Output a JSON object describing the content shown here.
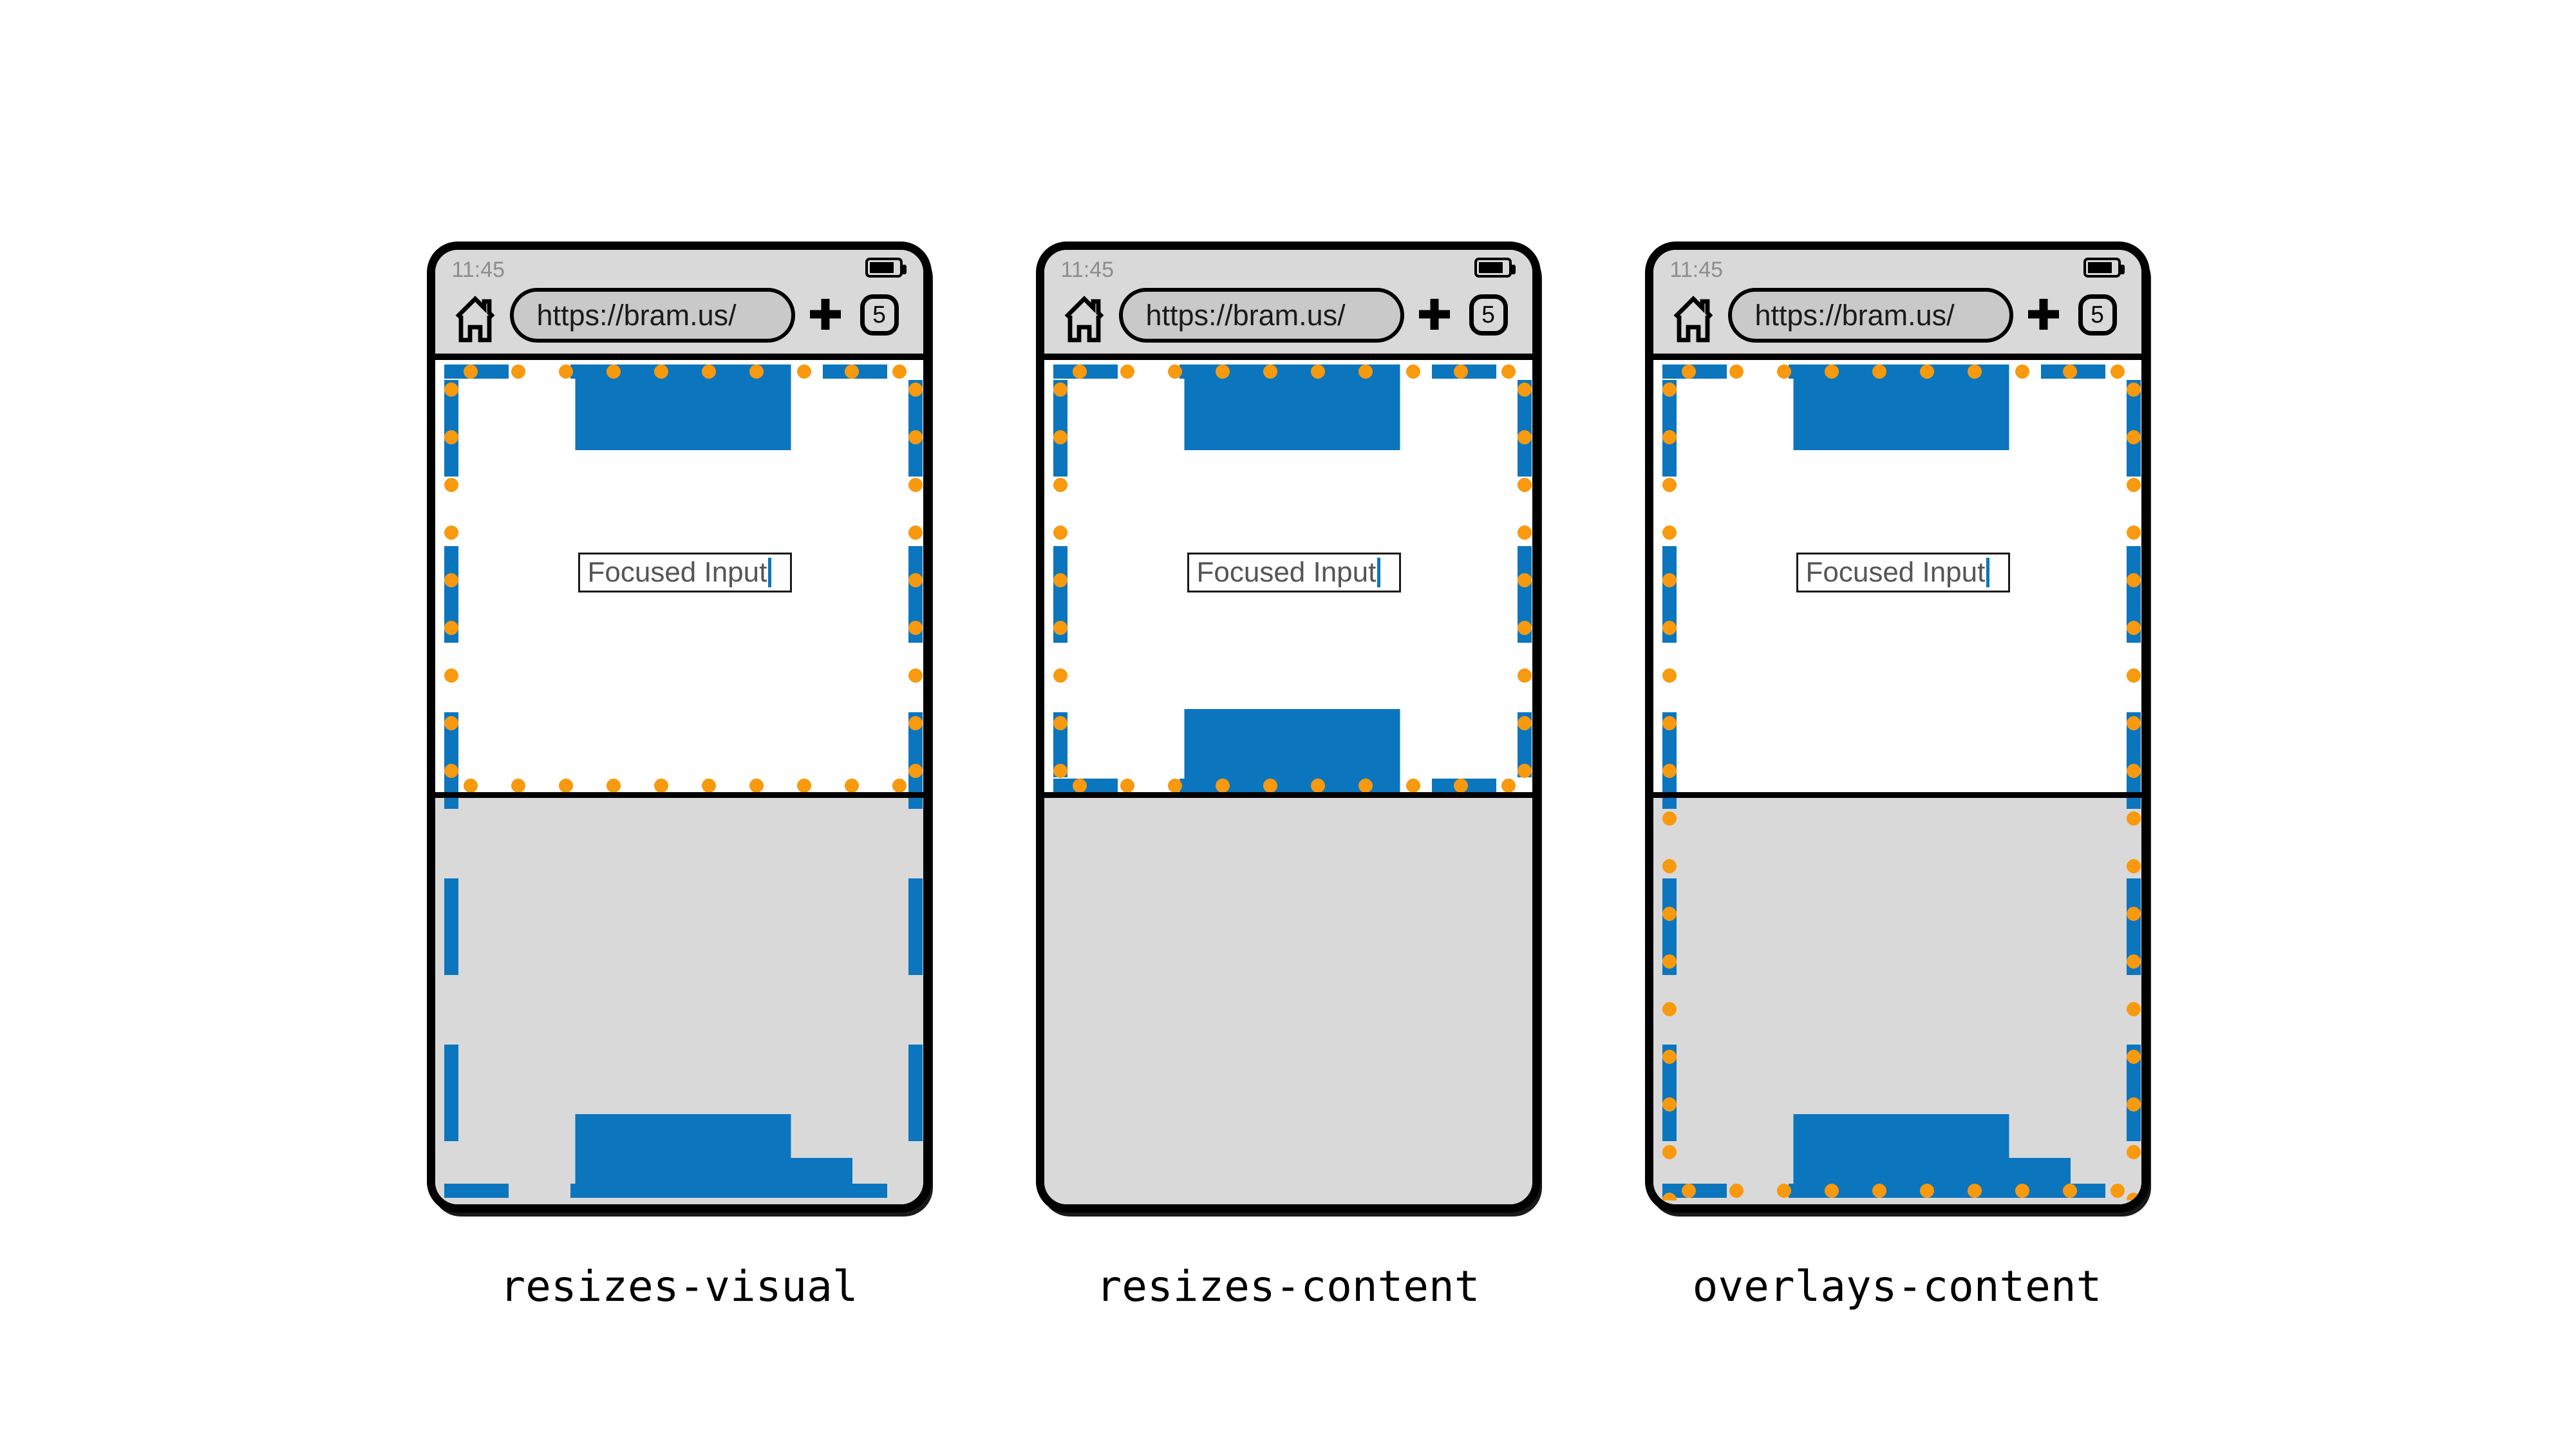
{
  "colors": {
    "blue": "#0b76be",
    "orange": "#f8990e",
    "chrome": "#d9d9d9",
    "pill": "#c9c9c9",
    "keyboard": "#d9d9d9",
    "time_text": "#8d8d8d",
    "input_text": "#555555",
    "url_text": "#1a1a1a"
  },
  "icons": {
    "home": "home-icon",
    "battery": "battery-icon",
    "new_tab": "plus-icon",
    "caret": "text-caret"
  },
  "phones": [
    {
      "time": "11:45",
      "url": "https://bram.us/",
      "tab_count": "5",
      "input_value": "Focused Input",
      "label": "resizes-visual"
    },
    {
      "time": "11:45",
      "url": "https://bram.us/",
      "tab_count": "5",
      "input_value": "Focused Input",
      "label": "resizes-content"
    },
    {
      "time": "11:45",
      "url": "https://bram.us/",
      "tab_count": "5",
      "input_value": "Focused Input",
      "label": "overlays-content"
    }
  ]
}
